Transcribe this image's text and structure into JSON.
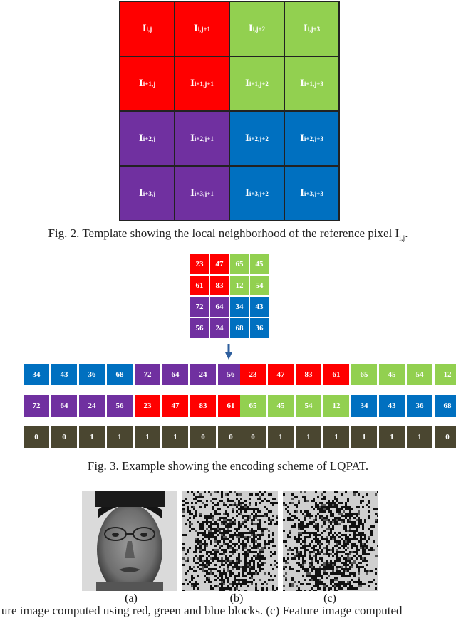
{
  "fig2": {
    "cells": [
      {
        "base": "I",
        "sub": "i,j",
        "color": "red"
      },
      {
        "base": "I",
        "sub": "i,j+1",
        "color": "red"
      },
      {
        "base": "I",
        "sub": "i,j+2",
        "color": "green"
      },
      {
        "base": "I",
        "sub": "i,j+3",
        "color": "green"
      },
      {
        "base": "I",
        "sub": "i+1,j",
        "color": "red"
      },
      {
        "base": "I",
        "sub": "i+1,j+1",
        "color": "red"
      },
      {
        "base": "I",
        "sub": "i+1,j+2",
        "color": "green"
      },
      {
        "base": "I",
        "sub": "i+1,j+3",
        "color": "green"
      },
      {
        "base": "I",
        "sub": "i+2,j",
        "color": "purple"
      },
      {
        "base": "I",
        "sub": "i+2,j+1",
        "color": "purple"
      },
      {
        "base": "I",
        "sub": "i+2,j+2",
        "color": "blue"
      },
      {
        "base": "I",
        "sub": "i+2,j+3",
        "color": "blue"
      },
      {
        "base": "I",
        "sub": "i+3,j",
        "color": "purple"
      },
      {
        "base": "I",
        "sub": "i+3,j+1",
        "color": "purple"
      },
      {
        "base": "I",
        "sub": "i+3,j+2",
        "color": "blue"
      },
      {
        "base": "I",
        "sub": "i+3,j+3",
        "color": "blue"
      }
    ],
    "caption_main": "Fig. 2. Template showing the local neighborhood of the reference pixel I",
    "caption_sub": "i,j",
    "caption_end": "."
  },
  "fig3": {
    "grid": [
      {
        "v": "23",
        "color": "red"
      },
      {
        "v": "47",
        "color": "red"
      },
      {
        "v": "65",
        "color": "green"
      },
      {
        "v": "45",
        "color": "green"
      },
      {
        "v": "61",
        "color": "red"
      },
      {
        "v": "83",
        "color": "red"
      },
      {
        "v": "12",
        "color": "green"
      },
      {
        "v": "54",
        "color": "green"
      },
      {
        "v": "72",
        "color": "purple"
      },
      {
        "v": "64",
        "color": "purple"
      },
      {
        "v": "34",
        "color": "blue"
      },
      {
        "v": "43",
        "color": "blue"
      },
      {
        "v": "56",
        "color": "purple"
      },
      {
        "v": "24",
        "color": "purple"
      },
      {
        "v": "68",
        "color": "blue"
      },
      {
        "v": "36",
        "color": "blue"
      }
    ],
    "left_rows": [
      [
        {
          "v": "34",
          "color": "blue"
        },
        {
          "v": "43",
          "color": "blue"
        },
        {
          "v": "36",
          "color": "blue"
        },
        {
          "v": "68",
          "color": "blue"
        },
        {
          "v": "72",
          "color": "purple"
        },
        {
          "v": "64",
          "color": "purple"
        },
        {
          "v": "24",
          "color": "purple"
        },
        {
          "v": "56",
          "color": "purple"
        }
      ],
      [
        {
          "v": "72",
          "color": "purple"
        },
        {
          "v": "64",
          "color": "purple"
        },
        {
          "v": "24",
          "color": "purple"
        },
        {
          "v": "56",
          "color": "purple"
        },
        {
          "v": "23",
          "color": "red"
        },
        {
          "v": "47",
          "color": "red"
        },
        {
          "v": "83",
          "color": "red"
        },
        {
          "v": "61",
          "color": "red"
        }
      ],
      [
        {
          "v": "0",
          "color": "bits"
        },
        {
          "v": "0",
          "color": "bits"
        },
        {
          "v": "1",
          "color": "bits"
        },
        {
          "v": "1",
          "color": "bits"
        },
        {
          "v": "1",
          "color": "bits"
        },
        {
          "v": "1",
          "color": "bits"
        },
        {
          "v": "0",
          "color": "bits"
        },
        {
          "v": "0",
          "color": "bits"
        }
      ]
    ],
    "right_rows": [
      [
        {
          "v": "23",
          "color": "red"
        },
        {
          "v": "47",
          "color": "red"
        },
        {
          "v": "83",
          "color": "red"
        },
        {
          "v": "61",
          "color": "red"
        },
        {
          "v": "65",
          "color": "green"
        },
        {
          "v": "45",
          "color": "green"
        },
        {
          "v": "54",
          "color": "green"
        },
        {
          "v": "12",
          "color": "green"
        }
      ],
      [
        {
          "v": "65",
          "color": "green"
        },
        {
          "v": "45",
          "color": "green"
        },
        {
          "v": "54",
          "color": "green"
        },
        {
          "v": "12",
          "color": "green"
        },
        {
          "v": "34",
          "color": "blue"
        },
        {
          "v": "43",
          "color": "blue"
        },
        {
          "v": "36",
          "color": "blue"
        },
        {
          "v": "68",
          "color": "blue"
        }
      ],
      [
        {
          "v": "0",
          "color": "bits"
        },
        {
          "v": "1",
          "color": "bits"
        },
        {
          "v": "1",
          "color": "bits"
        },
        {
          "v": "1",
          "color": "bits"
        },
        {
          "v": "1",
          "color": "bits"
        },
        {
          "v": "1",
          "color": "bits"
        },
        {
          "v": "1",
          "color": "bits"
        },
        {
          "v": "0",
          "color": "bits"
        }
      ]
    ],
    "caption": "Fig. 3. Example showing the encoding scheme of LQPAT."
  },
  "fig4": {
    "labels": [
      "(a)",
      "(b)",
      "(c)"
    ],
    "caption": "eature image computed using red, green and blue blocks. (c) Feature image computed"
  },
  "colors": {
    "red": "#ff0000",
    "green": "#92d050",
    "blue": "#0070c0",
    "purple": "#7030a0",
    "bits": "#4a4630"
  }
}
